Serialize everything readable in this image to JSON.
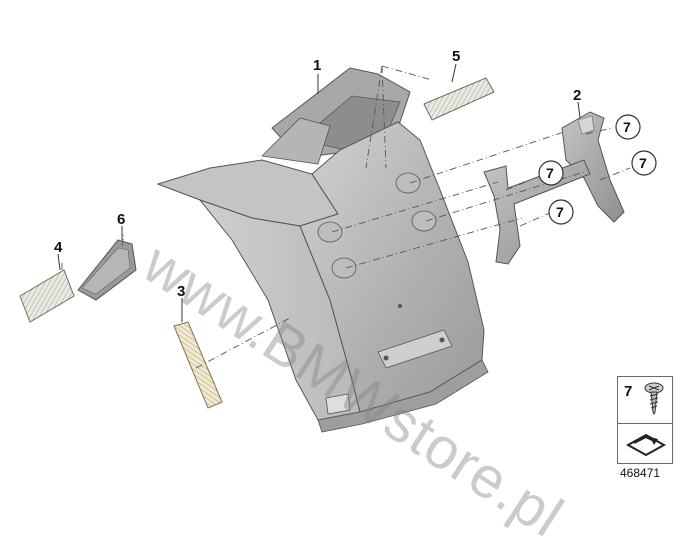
{
  "diagram": {
    "callouts": {
      "p1": "1",
      "p2": "2",
      "p3": "3",
      "p4": "4",
      "p5": "5",
      "p6": "6",
      "p7": "7"
    },
    "legend": {
      "part_number": "7",
      "screw_icon": "self-tapping-screw-icon",
      "reference_icon": "arrow-plate-icon"
    },
    "reference_number": "468471",
    "watermark": "www.BMWstore.pl"
  },
  "colors": {
    "housing_light": "#c9c9c9",
    "housing_mid": "#a9a9a9",
    "housing_dark": "#8a8a8a",
    "reflector_white": "#e9ece6",
    "reflector_amber": "#f1e7c0",
    "line": "#4a4a4a"
  }
}
